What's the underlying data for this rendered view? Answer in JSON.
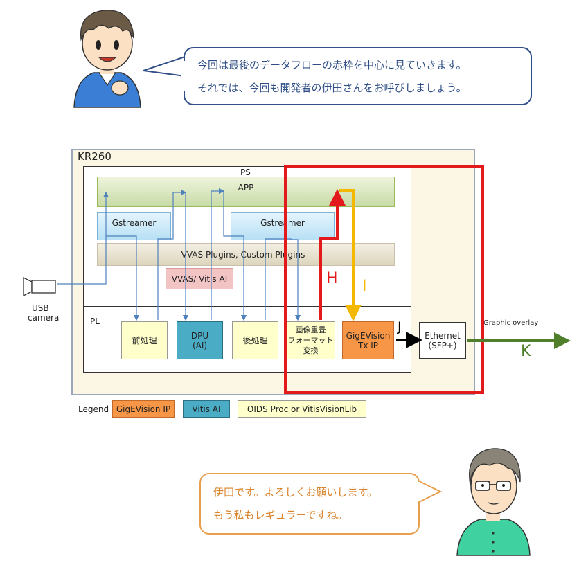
{
  "top_bubble": {
    "line1": "今回は最後のデータフローの赤枠を中心に見ていきます。",
    "line2": "それでは、今回も開発者の伊田さんをお呼びしましょう。"
  },
  "bottom_bubble": {
    "line1": "伊田です。よろしくお願いします。",
    "line2": "もう私もレギュラーですね。"
  },
  "diagram": {
    "board": "KR260",
    "ps": "PS",
    "app": "APP",
    "gstreamer_left": "Gstreamer",
    "gstreamer_right": "Gstreamer",
    "vvas_plugins": "VVAS Plugins, Custom Plugins",
    "vvas_vitis": "VVAS/ Vitis AI",
    "usb_camera": {
      "line1": "USB",
      "line2": "camera"
    },
    "pl": "PL",
    "preprocess": "前処理",
    "dpu": {
      "line1": "DPU",
      "line2": "(AI)"
    },
    "postprocess": "後処理",
    "overlay": {
      "line1": "画像重畳",
      "line2": "フォーマット",
      "line3": "変換"
    },
    "gigevision": {
      "line1": "GigEVision",
      "line2": "Tx IP"
    },
    "ethernet": {
      "line1": "Ethernet",
      "line2": "(SFP+)"
    },
    "graphic_overlay": "Graphic overlay",
    "label_h": "H",
    "label_i": "I",
    "label_j": "J",
    "label_k": "K"
  },
  "legend": {
    "title": "Legend",
    "items": [
      {
        "label": "GigEVision IP",
        "color": "#f79646"
      },
      {
        "label": "Vitis AI",
        "color": "#4bacc6"
      },
      {
        "label": "OIDS Proc  or VitisVisionLib",
        "color": "#ffffcc"
      }
    ]
  },
  "colors": {
    "highlight": "#e31a1c",
    "arrow_i": "#f5b800",
    "arrow_k": "#4f7f2a",
    "flow": "#4f81bd"
  }
}
